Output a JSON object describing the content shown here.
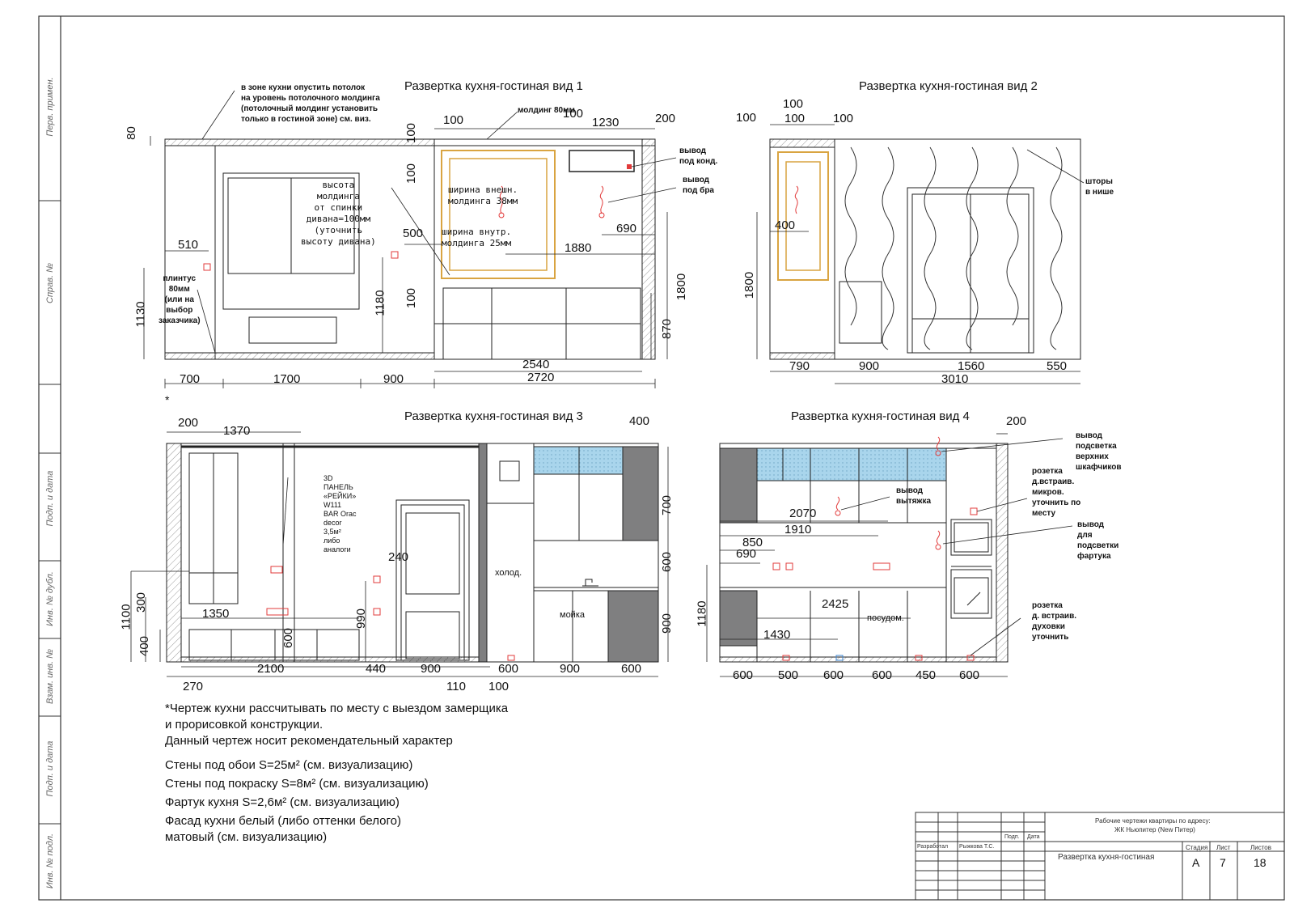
{
  "side_stamp": {
    "labels": [
      "Перв. примен.",
      "Справ. №",
      "Подп. и дата",
      "Инв. № дубл.",
      "Взам. инв. №",
      "Подп. и дата",
      "Инв. № подл."
    ]
  },
  "views": {
    "v1": {
      "title": "Развертка кухня-гостиная вид 1",
      "note_ceiling": "в зоне кухни опустить потолок\nна уровень потолочного молдинга\n(потолочный молдинг установить\nтолько в гостиной зоне) см. виз.",
      "note_plinth": "плинтус\n80мм\n(или на\nвыбор\nзаказчика)",
      "hand_molding_height": "высота\nмолдинга\nот спинки\nдивана=100мм\n(уточнить\nвысоту дивана)",
      "hand_outer_width": "ширина внешн.\nмолдинга 38мм",
      "hand_inner_width": "ширина внутр.\nмолдинга 25мм",
      "callout_molding": "молдинг 80мм",
      "callout_ac": "вывод\nпод конд.",
      "callout_sconce": "вывод\nпод бра",
      "dims": {
        "d80": "80",
        "d100a": "100",
        "d1230": "1230",
        "d200": "200",
        "d100b": "100",
        "d100c": "100",
        "d100d": "100",
        "d100e": "100",
        "d510": "510",
        "d500": "500",
        "d690": "690",
        "d1880": "1880",
        "d1800": "1800",
        "d1130": "1130",
        "d1180": "1180",
        "d870": "870",
        "d2540": "2540",
        "d2720": "2720",
        "d700": "700",
        "d1700": "1700",
        "d900": "900"
      }
    },
    "v2": {
      "title": "Развертка кухня-гостиная вид 2",
      "callout_curtains": "шторы\nв нише",
      "dims": {
        "d100top": "100",
        "d100l": "100",
        "d100m": "100",
        "d100r": "100",
        "d400": "400",
        "d1800": "1800",
        "d790": "790",
        "d900": "900",
        "d1560": "1560",
        "d550": "550",
        "d3010": "3010"
      }
    },
    "v3": {
      "title": "Развертка кухня-гостиная вид 3",
      "asterisk": "*",
      "note_panel": "3D\nПАНЕЛЬ\n«РЕЙКИ»\nW111\nBAR Orac\ndecor\n3,5м²\nлибо\nаналоги",
      "label_fridge": "холод.",
      "label_sink": "мойка",
      "dims": {
        "d200": "200",
        "d1370": "1370",
        "d400top": "400",
        "d700": "700",
        "d600r": "600",
        "d900r": "900",
        "d240": "240",
        "d1100": "1100",
        "d300": "300",
        "d1350": "1350",
        "d400l": "400",
        "d600m": "600",
        "d990": "990",
        "d2100": "2100",
        "d440": "440",
        "d900b": "900",
        "d600b1": "600",
        "d900b2": "900",
        "d600b3": "600",
        "d270": "270",
        "d110": "110",
        "d100": "100"
      }
    },
    "v4": {
      "title": "Развертка кухня-гостиная вид 4",
      "callout_hood": "вывод\nвытяжка",
      "callout_upper": "вывод\nподсветка\nверхних\nшкафчиков",
      "callout_micro": "розетка\nд.встраив.\nмикров.\nуточнить по\nместу",
      "callout_apron": "вывод\nдля\nподсветки\nфартука",
      "callout_oven": "розетка\nд. встраив.\nдуховки\nуточнить",
      "label_dishwasher": "посудом.",
      "dims": {
        "d200": "200",
        "d2070": "2070",
        "d1910": "1910",
        "d850": "850",
        "d690": "690",
        "d1180": "1180",
        "d2425": "2425",
        "d1430": "1430",
        "b1": "600",
        "b2": "500",
        "b3": "600",
        "b4": "600",
        "b5": "450",
        "b6": "600"
      }
    }
  },
  "notes": {
    "line1": "*Чертеж кухни рассчитывать по месту с выездом замерщика",
    "line2": "и прорисовкой конструкции.",
    "line3": "Данный чертеж носит рекомендательный характер",
    "line4": "Стены под обои S=25м² (см. визуализацию)",
    "line5": "Стены под покраску S=8м² (см. визуализацию)",
    "line6": "Фартук кухня  S=2,6м² (см. визуализацию)",
    "line7": "Фасад кухни белый (либо оттенки белого)",
    "line8": "матовый (см. визуализацию)"
  },
  "title_block": {
    "project_line1": "Рабочие чертежи квартиры по адресу:",
    "project_line2": "ЖК Ньюпитер (New Питер)",
    "sheet_title": "Развертка кухня-гостиная",
    "col_sign": "Подп.",
    "col_date": "Дата",
    "role": "Разработал",
    "author": "Рыжкова Т.С.",
    "stage_label": "Стадия",
    "sheet_label": "Лист",
    "sheets_label": "Листов",
    "stage": "А",
    "sheet": "7",
    "sheets": "18"
  },
  "colors": {
    "line": "#222222",
    "molding": "#d9a441",
    "outlet": "#e23b3b",
    "glass": "#a9d5ec",
    "dark_panel": "#7f7f80",
    "wall_hatch": "#999999"
  }
}
